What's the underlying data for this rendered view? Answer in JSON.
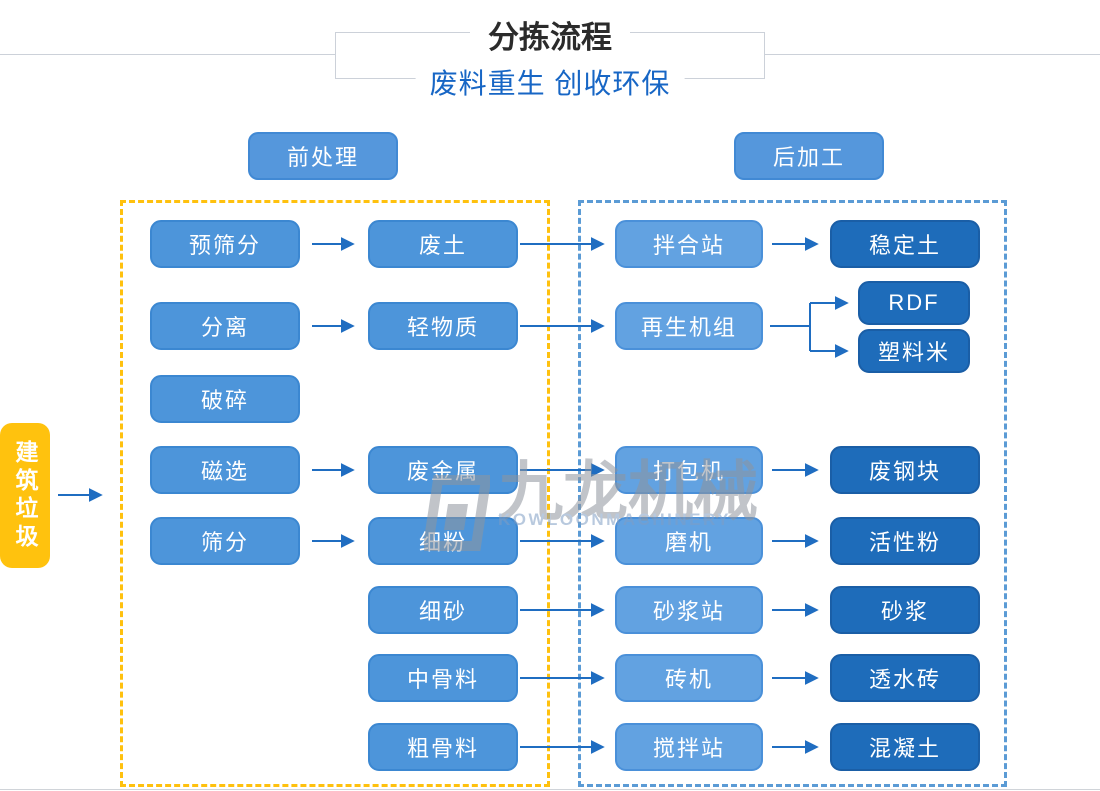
{
  "header": {
    "title": "分拣流程",
    "subtitle": "废料重生 创收环保"
  },
  "sections": {
    "pre_label": "前处理",
    "post_label": "后加工"
  },
  "source": {
    "label": "建筑垃圾"
  },
  "pre": {
    "col1": [
      "预筛分",
      "分离",
      "破碎",
      "磁选",
      "筛分"
    ],
    "col2": [
      "废土",
      "轻物质",
      "废金属",
      "细粉",
      "细砂",
      "中骨料",
      "粗骨料"
    ]
  },
  "post": {
    "col3": [
      "拌合站",
      "再生机组",
      "打包机",
      "磨机",
      "砂浆站",
      "砖机",
      "搅拌站"
    ],
    "col4": [
      "稳定土",
      "RDF",
      "塑料米",
      "废钢块",
      "活性粉",
      "砂浆",
      "透水砖",
      "混凝土"
    ]
  },
  "watermark": {
    "logo_icon": "kowloon-logo-icon",
    "name_cn": "九龙机械",
    "name_en": "KOWLOONMACHINERY"
  },
  "colors": {
    "node_blue": "#4d95da",
    "node_light_blue": "#62a2e1",
    "node_dark_blue": "#1e6cba",
    "source_amber": "#ffc20e",
    "dash_yellow": "#ffc10e",
    "dash_blue": "#5b9bd5",
    "arrow_blue": "#1f6dc1",
    "title_dark": "#2b2b2b",
    "subtitle_blue": "#1766c5",
    "watermark_gray": "#8f959d",
    "watermark_en_blue": "#7f9dc4"
  }
}
